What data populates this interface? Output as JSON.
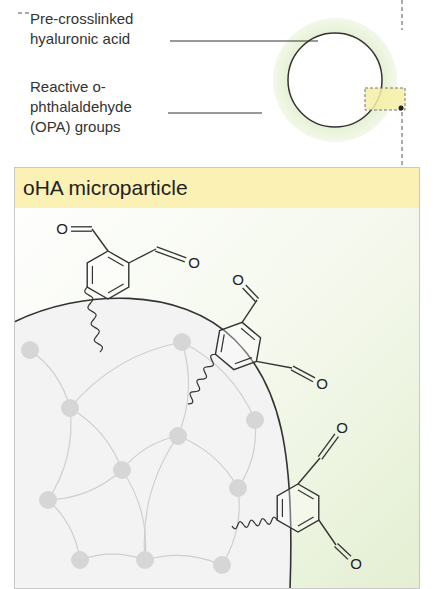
{
  "diagram": {
    "nodes": [
      {
        "text": [
          "oHA microparticle"
        ]
      }
    ],
    "labels": [
      "Pre-crosslinked hyaluronic acid",
      "Reactive o-phthalaldehyde (OPA) groups",
      "O",
      "O",
      "O",
      "O",
      "O",
      "O"
    ]
  }
}
